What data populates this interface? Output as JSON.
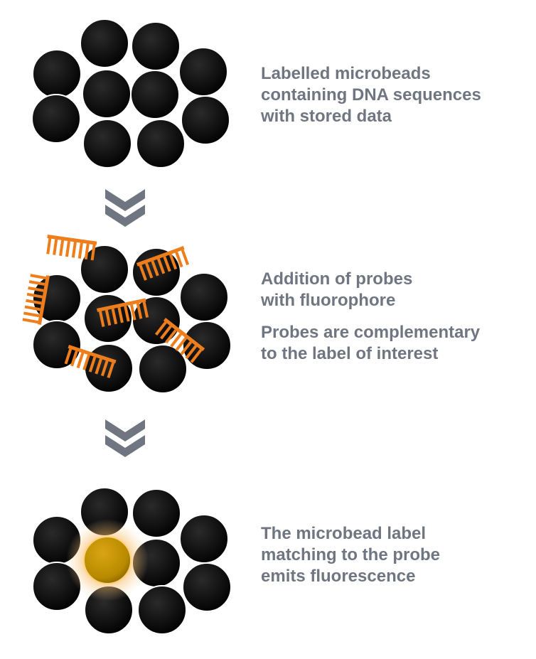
{
  "stages": [
    {
      "id": "stage-1",
      "caption_lines": [
        "Labelled microbeads",
        "containing DNA sequences",
        "with stored data"
      ]
    },
    {
      "id": "stage-2",
      "caption_lines": [
        "Addition of probes",
        "with fluorophore"
      ],
      "note_lines": [
        "Probes are complementary",
        "to the label of interest"
      ]
    },
    {
      "id": "stage-3",
      "caption_lines": [
        "The microbead label",
        "matching to the probe",
        "emits fluorescence"
      ]
    }
  ],
  "colors": {
    "text": "#6f7681",
    "bead": "#0d0d0d",
    "probe": "#ee7d1c",
    "arrow": "#6f7681",
    "glow": "#f5a623",
    "highlight_bead": "#c49200"
  },
  "icons": {
    "step_arrow": "double-chevron-down-icon",
    "probe": "probe-comb-icon",
    "bead": "microbead"
  }
}
